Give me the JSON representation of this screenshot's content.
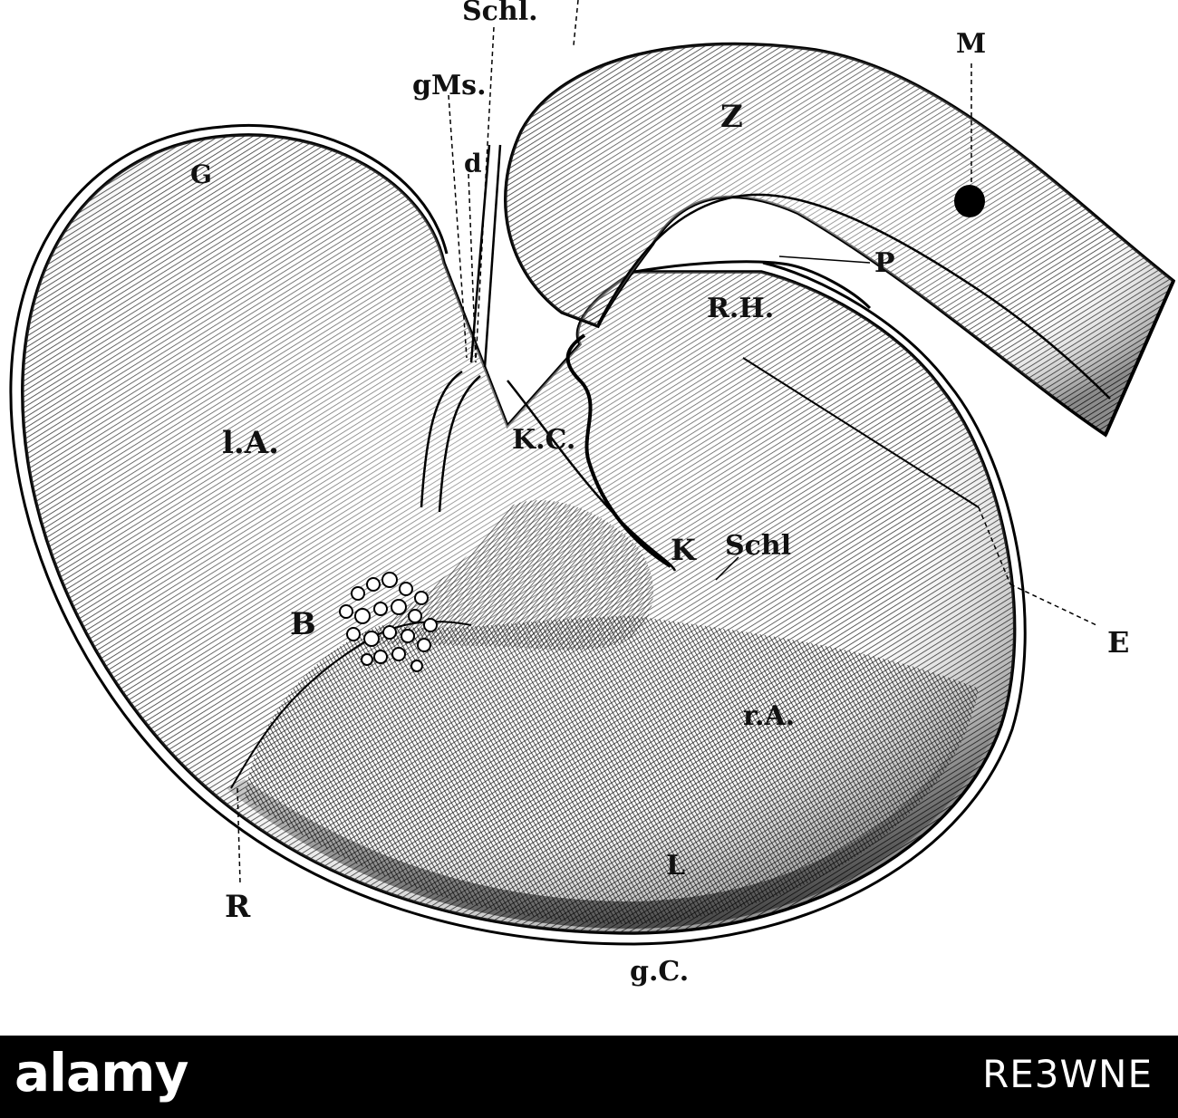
{
  "figure": {
    "labels": {
      "schl_top": "Schl.",
      "m": "M",
      "gms": "gMs.",
      "z": "Z",
      "d": "d",
      "g": "G",
      "p": "P",
      "rh": "R.H.",
      "la": "l.A.",
      "kc": "K.C.",
      "k": "K",
      "schl": "Schl",
      "e": "E",
      "b": "B",
      "ra": "r.A.",
      "l": "L",
      "r": "R",
      "gc": "g.C."
    }
  },
  "footer": {
    "logo": "alamy",
    "stock_id": "RE3WNE",
    "background": "#000000",
    "text_color": "#ffffff"
  }
}
